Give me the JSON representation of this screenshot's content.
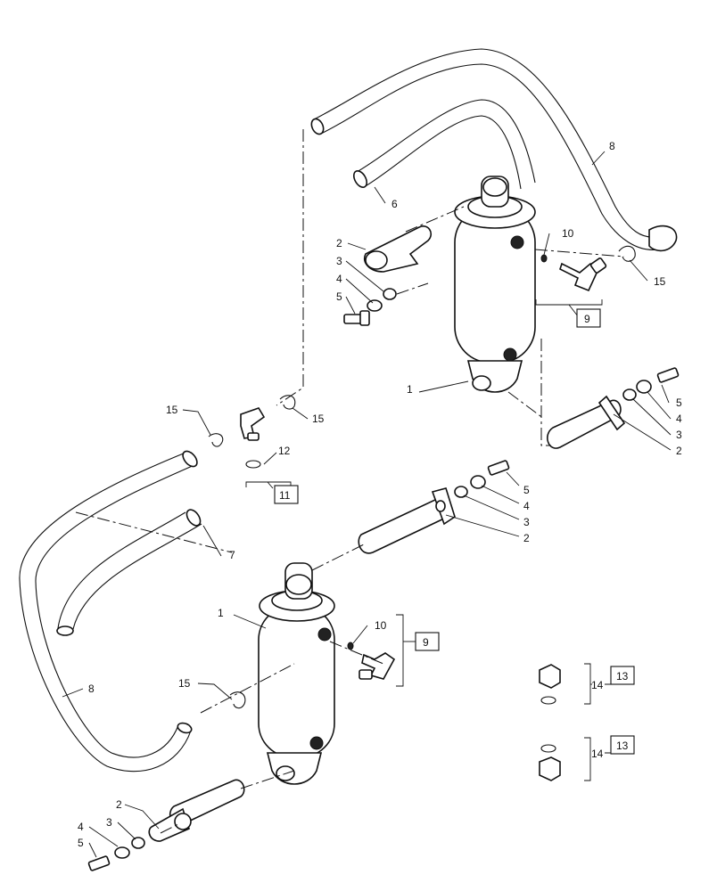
{
  "diagram": {
    "callouts": [
      {
        "id": "c-6",
        "text": "6"
      },
      {
        "id": "c-8a",
        "text": "8"
      },
      {
        "id": "c-2a",
        "text": "2"
      },
      {
        "id": "c-3a",
        "text": "3"
      },
      {
        "id": "c-4a",
        "text": "4"
      },
      {
        "id": "c-5a",
        "text": "5"
      },
      {
        "id": "c-10a",
        "text": "10"
      },
      {
        "id": "c-15a",
        "text": "15"
      },
      {
        "id": "c-9a",
        "text": "9"
      },
      {
        "id": "c-1a",
        "text": "1"
      },
      {
        "id": "c-5b",
        "text": "5"
      },
      {
        "id": "c-4b",
        "text": "4"
      },
      {
        "id": "c-3b",
        "text": "3"
      },
      {
        "id": "c-2b",
        "text": "2"
      },
      {
        "id": "c-15b",
        "text": "15"
      },
      {
        "id": "c-15c",
        "text": "15"
      },
      {
        "id": "c-12",
        "text": "12"
      },
      {
        "id": "c-11",
        "text": "11"
      },
      {
        "id": "c-5c",
        "text": "5"
      },
      {
        "id": "c-4c",
        "text": "4"
      },
      {
        "id": "c-3c",
        "text": "3"
      },
      {
        "id": "c-2c",
        "text": "2"
      },
      {
        "id": "c-7",
        "text": "7"
      },
      {
        "id": "c-1b",
        "text": "1"
      },
      {
        "id": "c-10b",
        "text": "10"
      },
      {
        "id": "c-9b",
        "text": "9"
      },
      {
        "id": "c-15d",
        "text": "15"
      },
      {
        "id": "c-8b",
        "text": "8"
      },
      {
        "id": "c-2d",
        "text": "2"
      },
      {
        "id": "c-3d",
        "text": "3"
      },
      {
        "id": "c-4d",
        "text": "4"
      },
      {
        "id": "c-5d",
        "text": "5"
      },
      {
        "id": "c-14a",
        "text": "14"
      },
      {
        "id": "c-13a",
        "text": "13"
      },
      {
        "id": "c-14b",
        "text": "14"
      },
      {
        "id": "c-13b",
        "text": "13"
      }
    ]
  }
}
